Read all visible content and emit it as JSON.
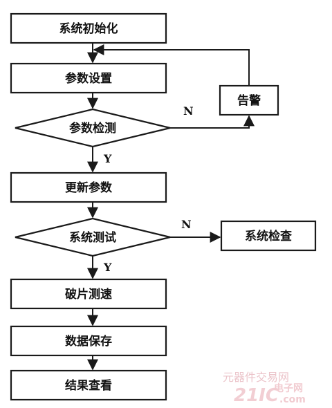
{
  "nodes": {
    "init": "系统初始化",
    "param_set": "参数设置",
    "param_check": "参数检测",
    "alarm": "告警",
    "update": "更新参数",
    "sys_test": "系统测试",
    "sys_inspect": "系统检查",
    "speed": "破片测速",
    "save": "数据保存",
    "result": "结果查看"
  },
  "edges": {
    "check_no": "N",
    "check_yes": "Y",
    "test_no": "N",
    "test_yes": "Y"
  },
  "watermark": {
    "cn": "元器件交易网",
    "brand": "21IC",
    "cn2": "电子网",
    "url": ".com"
  },
  "colors": {
    "stroke": "#1a1a1a",
    "watermark": "#f0c6cc"
  }
}
